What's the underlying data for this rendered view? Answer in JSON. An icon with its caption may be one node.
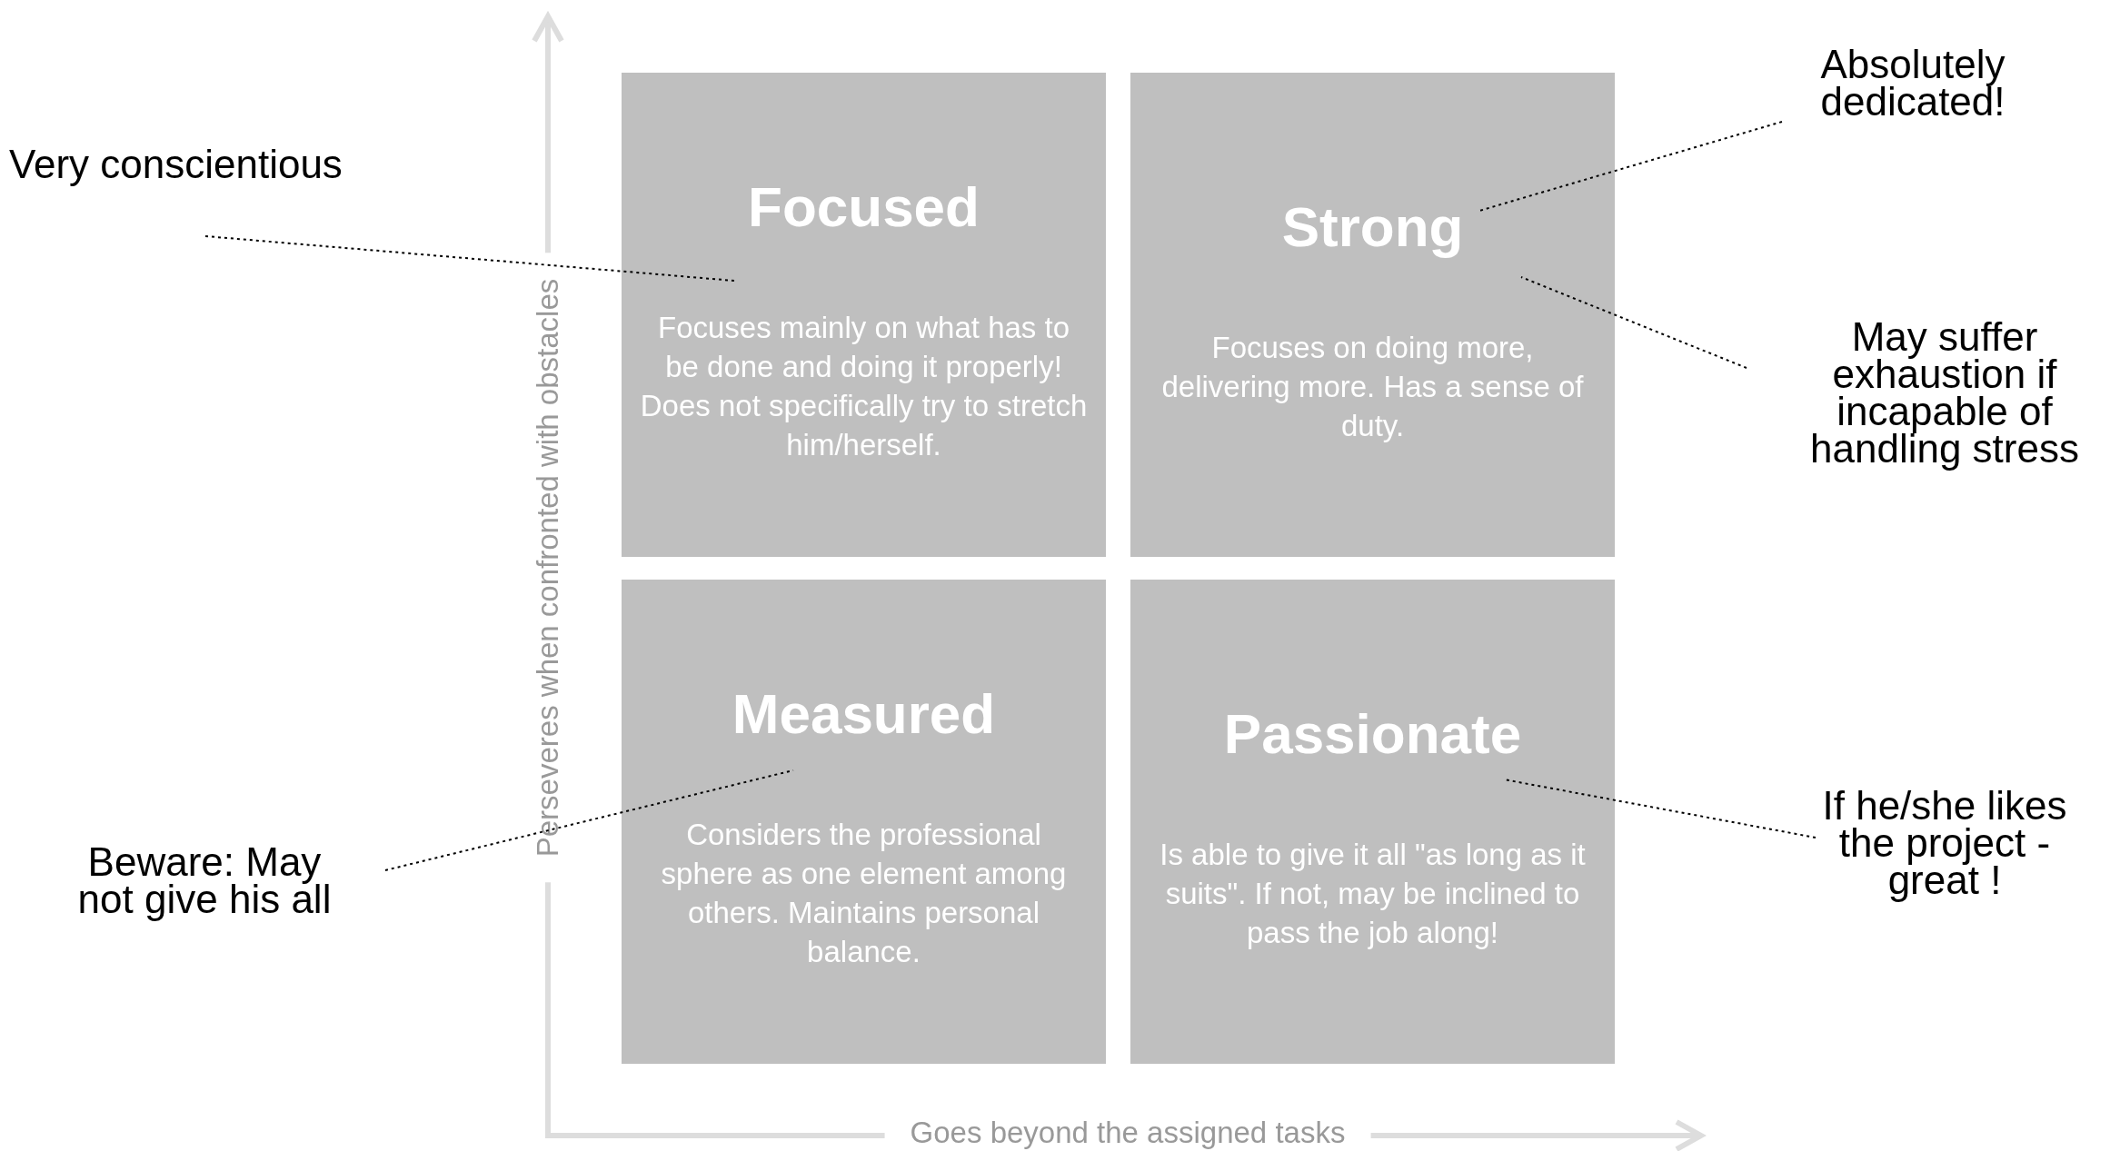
{
  "diagram": {
    "nodes": [
      {
        "text": [
          "Absolutely dedicated!"
        ]
      },
      {
        "text": [
          "Very conscientious"
        ]
      },
      {
        "text": [
          "Focused",
          "Focuses mainly on what has to be done and doing it properly! Does not specifically try to stretch him/herself."
        ]
      },
      {
        "text": [
          "Strong",
          "Focuses on doing more, delivering more. Has a sense of duty."
        ]
      },
      {
        "text": [
          "May suffer exhaustion if incapable of handling stress"
        ]
      },
      {
        "text": [
          "Measured",
          "Considers the professional sphere as one element among others. Maintains personal balance."
        ]
      },
      {
        "text": [
          "Passionate",
          "Is able to give it all \"as long as it suits\". If not, may be inclined to pass the job along!"
        ]
      },
      {
        "text": [
          "Beware: May not give his all"
        ]
      },
      {
        "text": [
          "If he/she likes the project - great !"
        ]
      }
    ],
    "edges": [
      {
        "from": 1,
        "to": 2,
        "arrow": "none",
        "style": "dashed"
      },
      {
        "from": 0,
        "to": 3,
        "arrow": "none",
        "style": "dashed"
      },
      {
        "from": 4,
        "to": 3,
        "arrow": "none",
        "style": "dashed"
      },
      {
        "from": 7,
        "to": 5,
        "arrow": "none",
        "style": "dashed"
      },
      {
        "from": 8,
        "to": 6,
        "arrow": "none",
        "style": "dashed"
      }
    ],
    "labels": [
      "Perseveres when confronted with obstacles",
      "Goes beyond the assigned tasks"
    ]
  }
}
